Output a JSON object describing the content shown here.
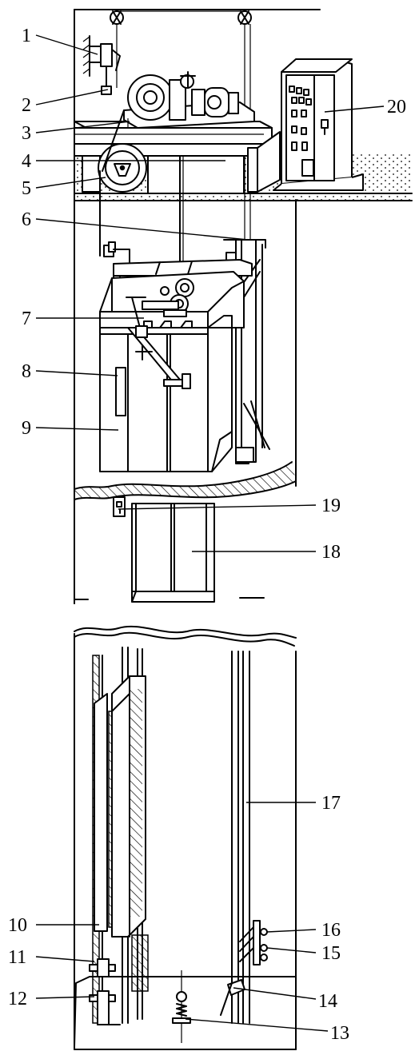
{
  "labels": [
    {
      "n": "1"
    },
    {
      "n": "2"
    },
    {
      "n": "3"
    },
    {
      "n": "4"
    },
    {
      "n": "5"
    },
    {
      "n": "6"
    },
    {
      "n": "7"
    },
    {
      "n": "8"
    },
    {
      "n": "9"
    },
    {
      "n": "10"
    },
    {
      "n": "11"
    },
    {
      "n": "12"
    },
    {
      "n": "13"
    },
    {
      "n": "14"
    },
    {
      "n": "15"
    },
    {
      "n": "16"
    },
    {
      "n": "17"
    },
    {
      "n": "18"
    },
    {
      "n": "19"
    },
    {
      "n": "20"
    }
  ]
}
